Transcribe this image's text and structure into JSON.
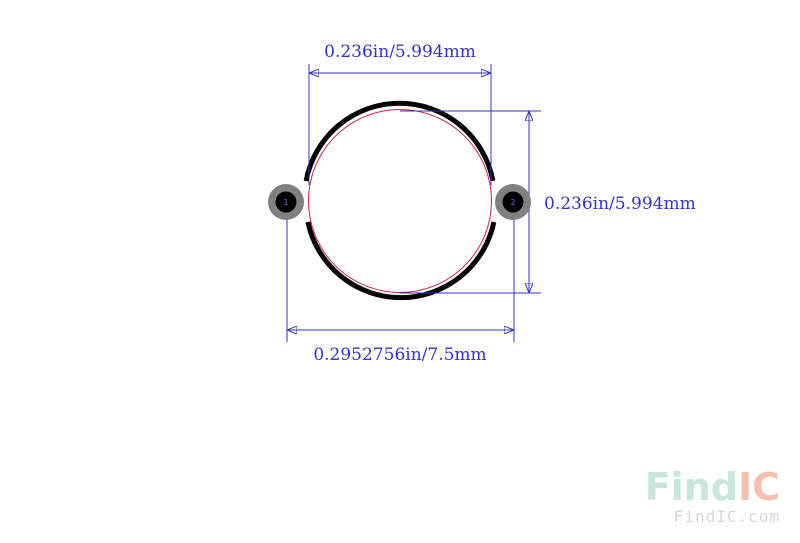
{
  "dimensions": {
    "top_width": "0.236in/5.994mm",
    "right_height": "0.236in/5.994mm",
    "bottom_pitch": "0.2952756in/7.5mm"
  },
  "pads": [
    {
      "label": "1"
    },
    {
      "label": "2"
    }
  ],
  "watermark": {
    "find": "Find",
    "ic": "IC",
    "url": "FindIC.com"
  },
  "colors": {
    "dimension": "#3333cc",
    "outline": "#000000",
    "courtyard": "#cc2244",
    "pad_outer": "#808080",
    "pad_inner": "#000000",
    "watermark_find": "#c8e6dc",
    "watermark_ic": "#f5c0b0",
    "watermark_url": "#d8d8d8"
  }
}
